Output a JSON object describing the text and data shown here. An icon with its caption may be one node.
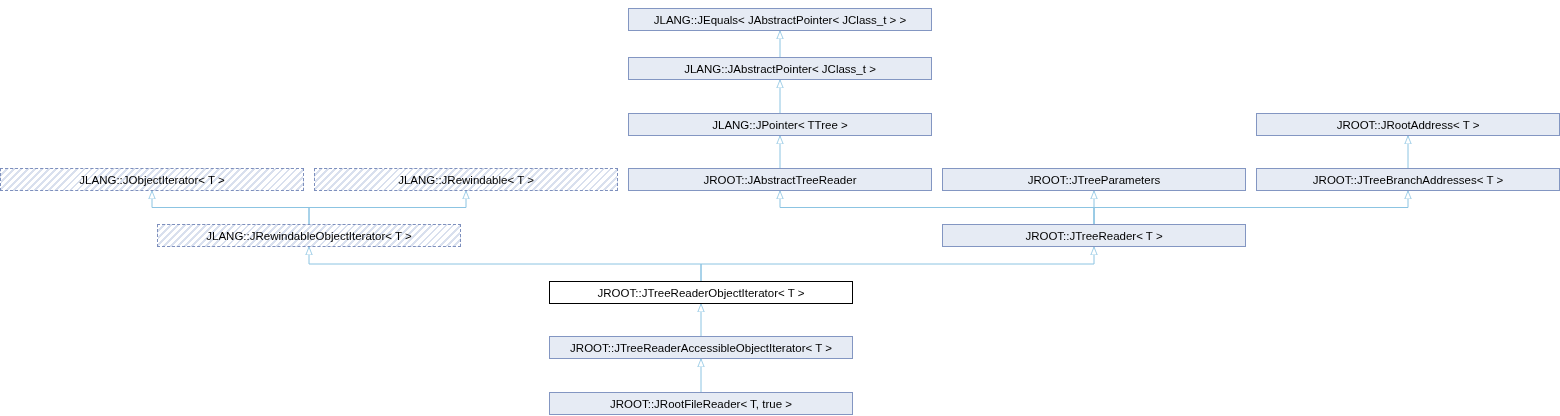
{
  "diagram": {
    "nodes": [
      {
        "text": [
          "JLANG::JEquals< JAbstractPointer< JClass_t > >"
        ]
      },
      {
        "text": [
          "JLANG::JAbstractPointer< JClass_t >"
        ]
      },
      {
        "text": [
          "JLANG::JPointer< TTree >"
        ]
      },
      {
        "text": [
          "JROOT::JRootAddress< T >"
        ]
      },
      {
        "text": [
          "JLANG::JObjectIterator< T >"
        ]
      },
      {
        "text": [
          "JLANG::JRewindable< T >"
        ]
      },
      {
        "text": [
          "JROOT::JAbstractTreeReader"
        ]
      },
      {
        "text": [
          "JROOT::JTreeParameters"
        ]
      },
      {
        "text": [
          "JROOT::JTreeBranchAddresses< T >"
        ]
      },
      {
        "text": [
          "JLANG::JRewindableObjectIterator< T >"
        ]
      },
      {
        "text": [
          "JROOT::JTreeReader< T >"
        ]
      },
      {
        "text": [
          "JROOT::JTreeReaderObjectIterator< T >"
        ]
      },
      {
        "text": [
          "JROOT::JTreeReaderAccessibleObjectIterator< T >"
        ]
      },
      {
        "text": [
          "JROOT::JRootFileReader< T, true >"
        ]
      }
    ],
    "edges": [
      {
        "from": 1,
        "to": 0,
        "arrow": "to"
      },
      {
        "from": 2,
        "to": 1,
        "arrow": "to"
      },
      {
        "from": 6,
        "to": 2,
        "arrow": "to"
      },
      {
        "from": 8,
        "to": 3,
        "arrow": "to"
      },
      {
        "from": 9,
        "to": 4,
        "arrow": "to"
      },
      {
        "from": 9,
        "to": 5,
        "arrow": "to"
      },
      {
        "from": 10,
        "to": 6,
        "arrow": "to"
      },
      {
        "from": 10,
        "to": 7,
        "arrow": "to"
      },
      {
        "from": 10,
        "to": 8,
        "arrow": "to"
      },
      {
        "from": 11,
        "to": 9,
        "arrow": "to"
      },
      {
        "from": 11,
        "to": 10,
        "arrow": "to"
      },
      {
        "from": 12,
        "to": 11,
        "arrow": "to"
      },
      {
        "from": 13,
        "to": 12,
        "arrow": "to"
      }
    ]
  }
}
